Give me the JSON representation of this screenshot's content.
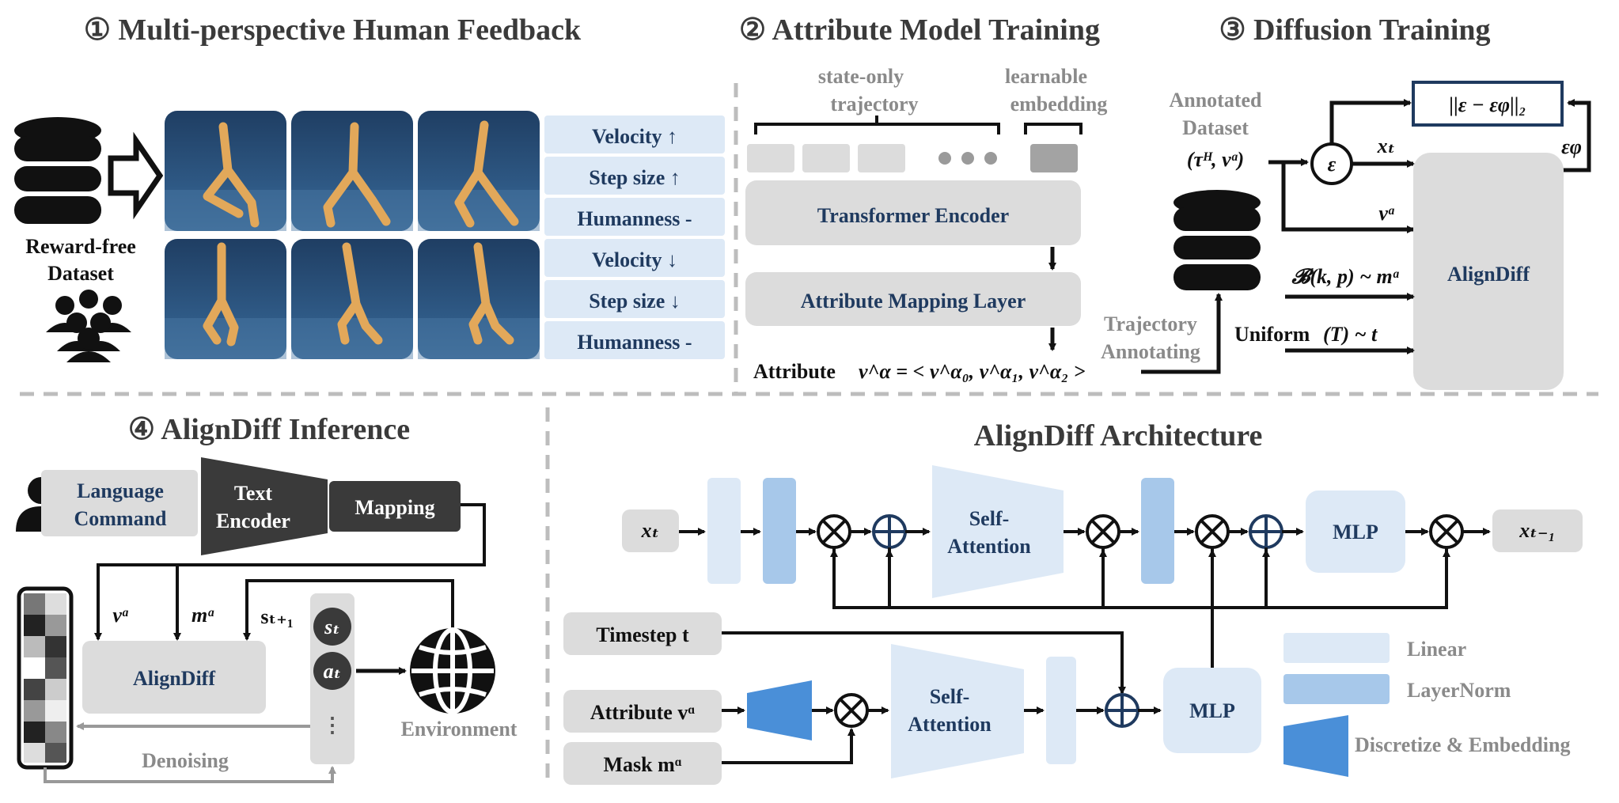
{
  "titles": {
    "feedback": "① Multi-perspective Human Feedback",
    "attr_training": "② Attribute Model Training",
    "diff_training": "③ Diffusion Training",
    "inference": "④ AlignDiff Inference",
    "architecture": "AlignDiff Architecture"
  },
  "panel1": {
    "dataset_line1": "Reward-free",
    "dataset_line2": "Dataset",
    "tags": [
      "Velocity ↑",
      "Step size ↑",
      "Humanness -",
      "Velocity ↓",
      "Step size ↓",
      "Humanness -"
    ]
  },
  "panel2": {
    "state_only_1": "state-only",
    "state_only_2": "trajectory",
    "learnable_1": "learnable",
    "learnable_2": "embedding",
    "transformer_encoder": "Transformer Encoder",
    "attr_mapping": "Attribute Mapping Layer",
    "attribute_prefix": "Attribute",
    "attribute_formula": "v^α = < v^α₀, v^α₁, v^α₂ >",
    "traj_annot_1": "Trajectory",
    "traj_annot_2": "Annotating"
  },
  "panel3": {
    "annot_1": "Annotated",
    "annot_2": "Dataset",
    "annot_3": "(τᴴ, vᵅ)",
    "loss": "||ε − εφ||₂",
    "eps": "ε",
    "xt": "xₜ",
    "eps_phi": "εφ",
    "va": "vᵅ",
    "bern": "𝓑(k, p) ~ mᵅ",
    "uniform_prefix": "Uniform",
    "uniform_rest": "(T) ~ t",
    "aligndiff": "AlignDiff"
  },
  "panel4": {
    "lang_1": "Language",
    "lang_2": "Command",
    "text_enc_1": "Text",
    "text_enc_2": "Encoder",
    "mapping": "Mapping",
    "va": "vᵅ",
    "ma": "mᵅ",
    "st1": "sₜ₊₁",
    "aligndiff": "AlignDiff",
    "st": "sₜ",
    "at": "aₜ",
    "dots": "⋮",
    "environment": "Environment",
    "denoising": "Denoising"
  },
  "arch": {
    "xt": "xₜ",
    "xt1": "xₜ₋₁",
    "self_attn_1": "Self-",
    "self_attn_2": "Attention",
    "mlp": "MLP",
    "timestep": "Timestep t",
    "attribute": "Attribute vᵅ",
    "mask": "Mask mᵅ",
    "legend_linear": "Linear",
    "legend_layernorm": "LayerNorm",
    "legend_discretize": "Discretize & Embedding"
  },
  "colors": {
    "light_blue": "#dde9f6",
    "mid_blue": "#a7c8ea",
    "strong_blue": "#4a8fd8",
    "gray_box": "#dcdcdc",
    "dark_box": "#3a3a3a",
    "navy_text": "#1f3a5f",
    "scene_blue": "#23466e"
  }
}
